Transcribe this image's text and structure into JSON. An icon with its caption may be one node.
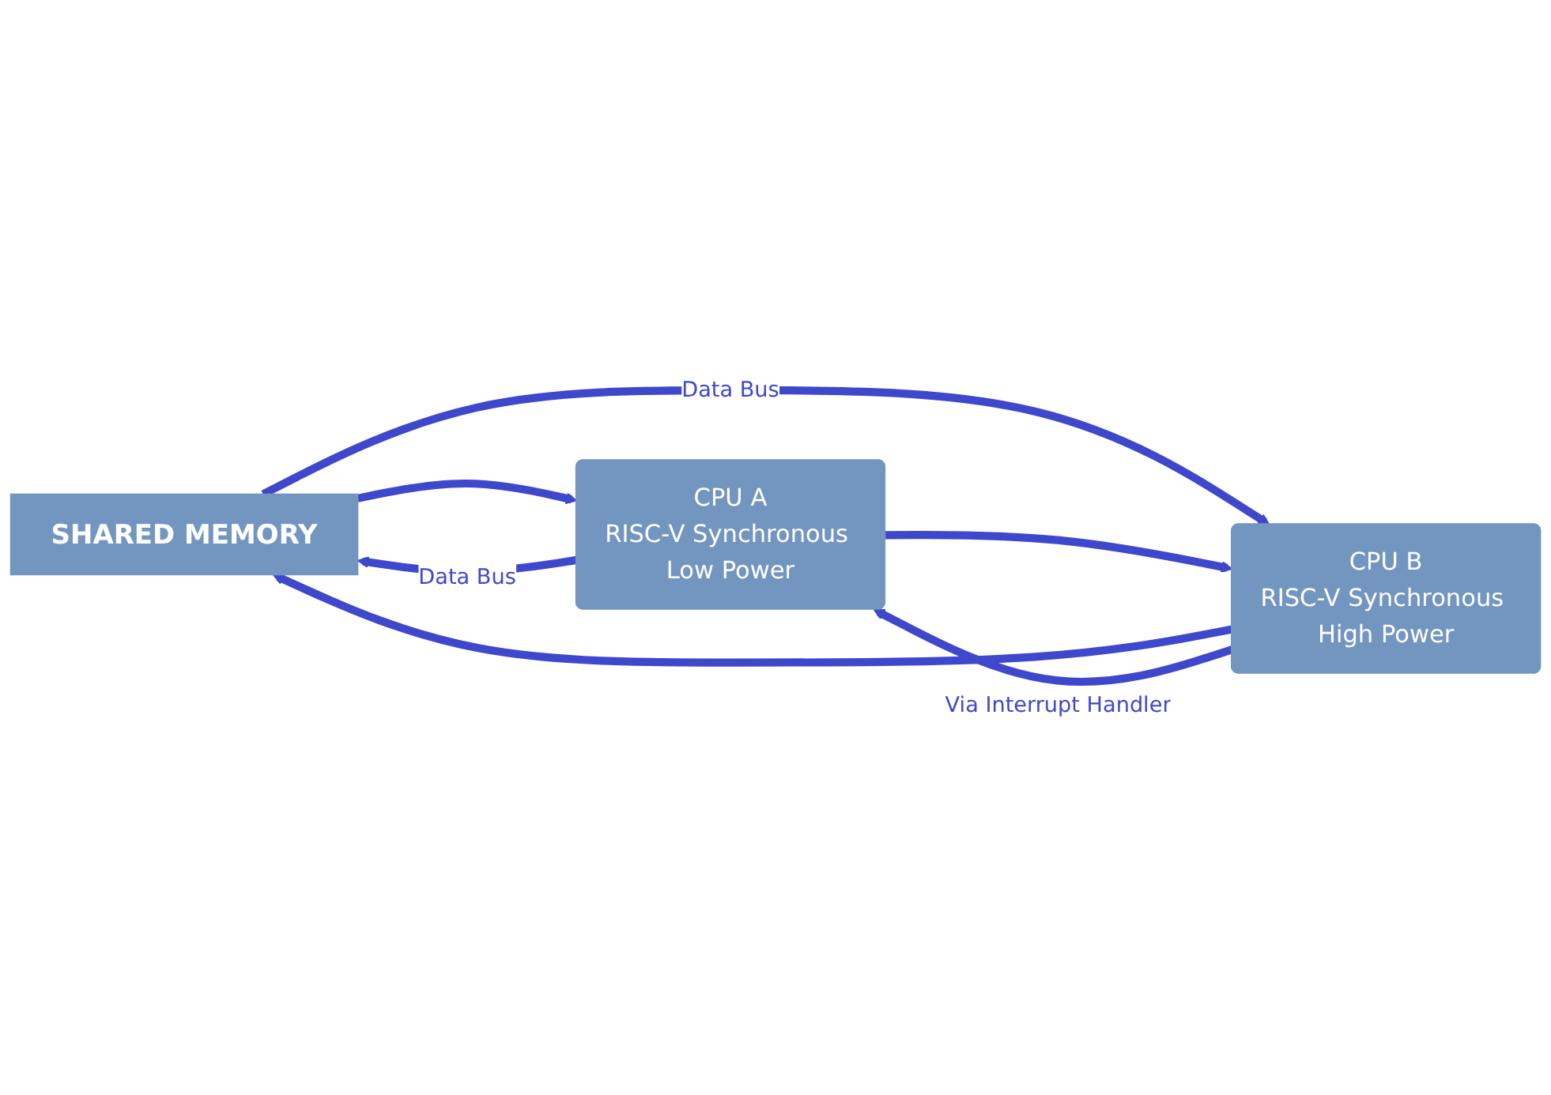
{
  "diagram": {
    "nodes": [
      {
        "text": [
          "SHARED MEMORY"
        ]
      },
      {
        "text": [
          "CPU A",
          "RISC-V Synchronous Low Power"
        ]
      },
      {
        "text": [
          "CPU B",
          "RISC-V Synchronous High Power"
        ]
      }
    ],
    "edges": [
      {
        "from": 0,
        "to": 1,
        "arrow": "to"
      },
      {
        "from": 1,
        "to": 0,
        "arrow": "to",
        "label": "Data Bus"
      },
      {
        "from": 0,
        "to": 2,
        "arrow": "to",
        "label": "Data Bus"
      },
      {
        "from": 2,
        "to": 0,
        "arrow": "to"
      },
      {
        "from": 1,
        "to": 2,
        "arrow": "to"
      },
      {
        "from": 2,
        "to": 1,
        "arrow": "to",
        "label": "Via Interrupt Handler"
      }
    ]
  }
}
